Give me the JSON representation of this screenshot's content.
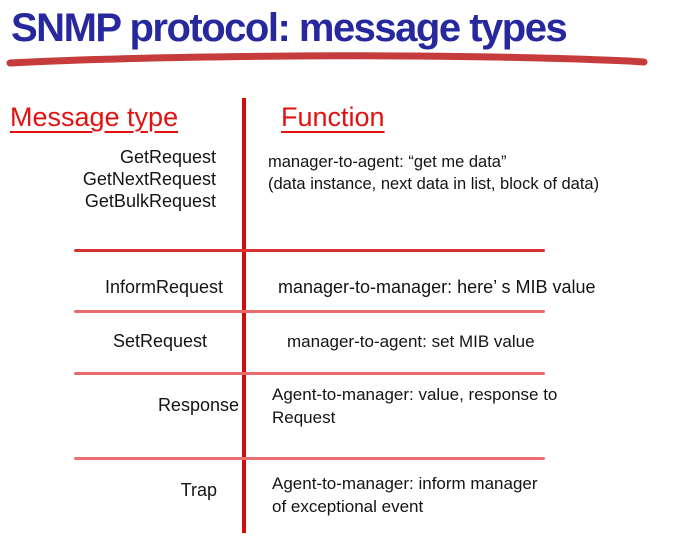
{
  "slide": {
    "title": "SNMP protocol: message types",
    "columns": {
      "message_type": "Message type",
      "function": "Function"
    },
    "rows": [
      {
        "types": [
          "GetRequest",
          "GetNextRequest",
          "GetBulkRequest"
        ],
        "function_lines": [
          "manager-to-agent: “get me data”",
          "(data instance, next data in list, block of data)"
        ]
      },
      {
        "types": [
          "InformRequest"
        ],
        "function_lines": [
          "manager-to-manager: here’ s MIB value"
        ]
      },
      {
        "types": [
          "SetRequest"
        ],
        "function_lines": [
          "manager-to-agent: set MIB value"
        ]
      },
      {
        "types": [
          "Response"
        ],
        "function_lines": [
          "Agent-to-manager: value, response to",
          "Request"
        ]
      },
      {
        "types": [
          "Trap"
        ],
        "function_lines": [
          "Agent-to-manager: inform manager",
          "of exceptional event"
        ]
      }
    ],
    "colors": {
      "title_blue": "#28289e",
      "title_underline_red": "#c63b3b",
      "header_red": "#e11212",
      "divider_red": "#cf0d0d",
      "separator_strong": "#d93030",
      "separator_light": "#e96a6a",
      "body_text": "#141414"
    }
  }
}
